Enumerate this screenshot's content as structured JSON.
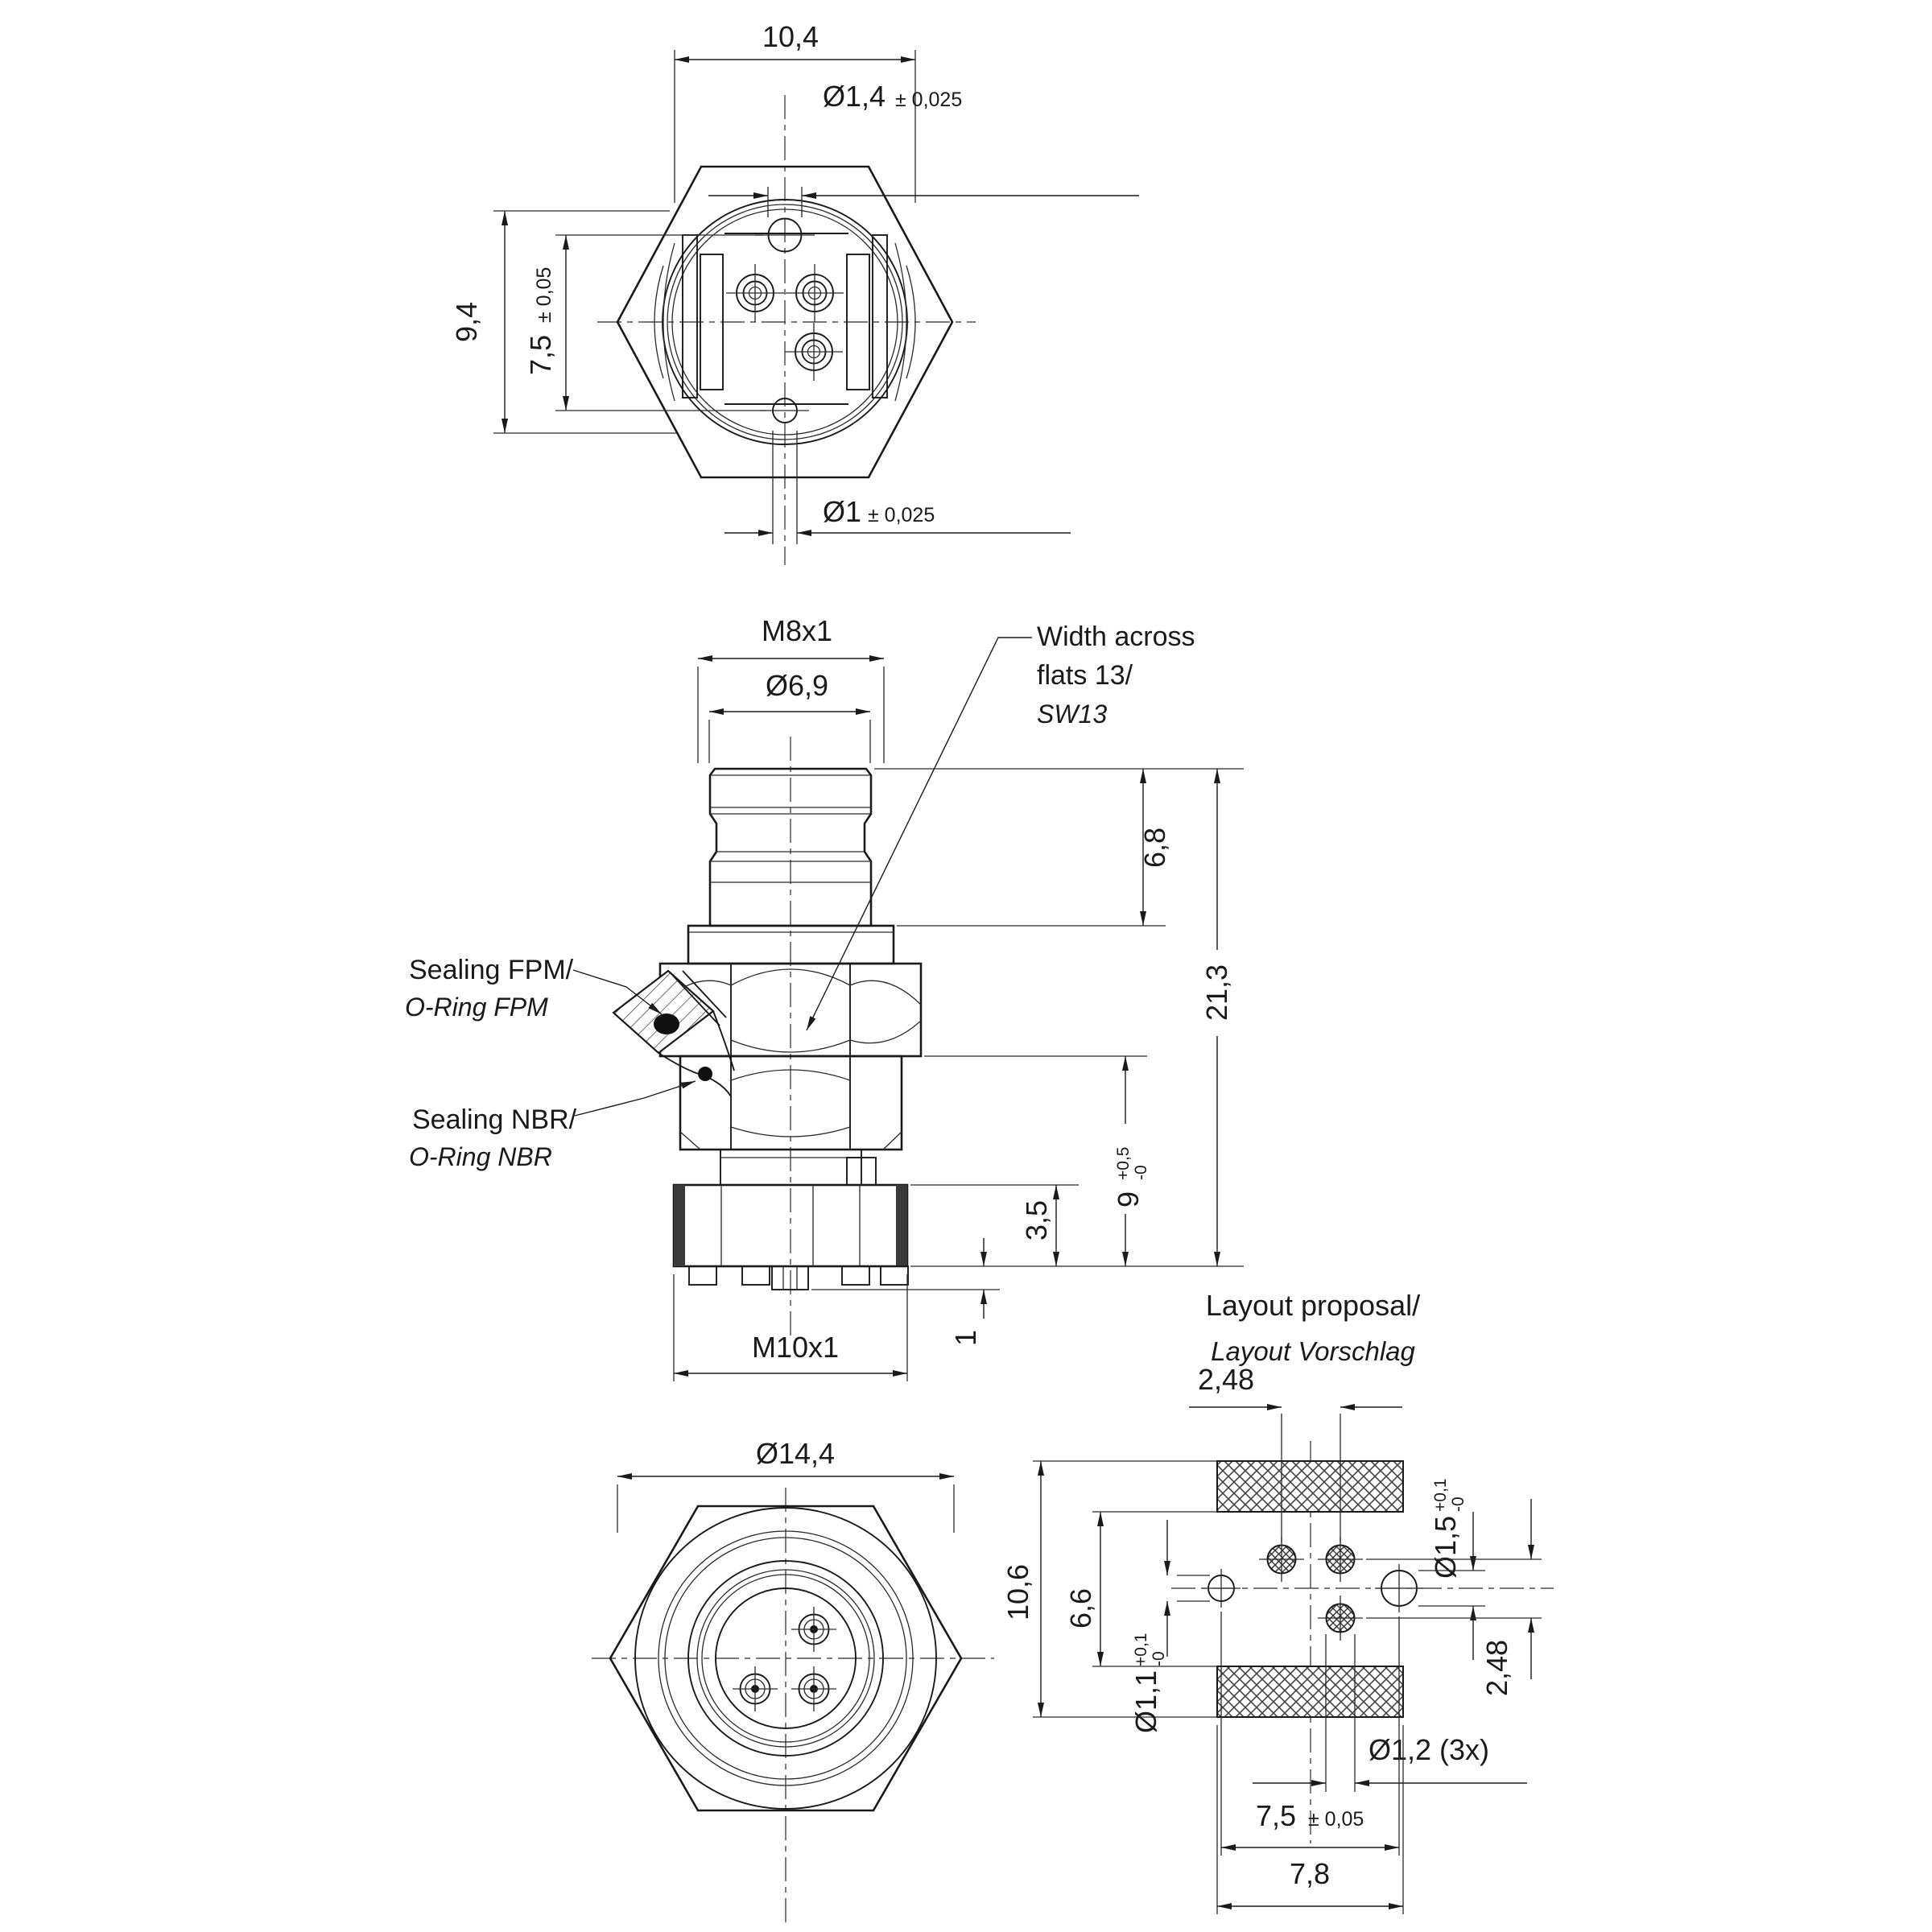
{
  "drawing": {
    "top_view": {
      "width": "10,4",
      "hole_top_dia": "Ø1,4",
      "hole_top_tol": "± 0,025",
      "height": "9,4",
      "pitch": "7,5",
      "pitch_tol": "± 0,05",
      "hole_bottom_dia": "Ø1",
      "hole_bottom_tol": "± 0,025"
    },
    "side_view": {
      "thread_top": "M8x1",
      "barrel_dia": "Ø6,9",
      "flats_line1": "Width across",
      "flats_line2": "flats 13/",
      "flats_line3": "SW13",
      "plug_height": "6,8",
      "total_height": "21,3",
      "seal_fpm_en": "Sealing FPM/",
      "seal_fpm_de": "O-Ring FPM",
      "seal_nbr_en": "Sealing NBR/",
      "seal_nbr_de": "O-Ring NBR",
      "thread_len": "9",
      "thread_len_tol_up": "+0,5",
      "thread_len_tol_dn": "-0",
      "ring_height": "3,5",
      "pin_proj": "1",
      "thread_bottom": "M10x1"
    },
    "front_view": {
      "outer_dia": "Ø14,4"
    },
    "layout_proposal": {
      "title_en": "Layout proposal/",
      "title_de": "Layout Vorschlag",
      "pitch_top": "2,48",
      "hole_large_dia": "Ø1,5",
      "hole_large_tol_up": "+0,1",
      "hole_large_tol_dn": "-0",
      "height_total": "10,6",
      "height_inner": "6,6",
      "hole_small_dia": "Ø1,1",
      "hole_small_tol_up": "+0,1",
      "hole_small_tol_dn": "-0",
      "pitch_right": "2,48",
      "pin_holes": "Ø1,2 (3x)",
      "span_holes": "7,5",
      "span_holes_tol": "± 0,05",
      "pad_width": "7,8"
    },
    "colors": {
      "line": "#1a1a1a",
      "background": "#ffffff",
      "oring_fill": "#111111",
      "knurl_fill": "#3a3a3a"
    }
  }
}
